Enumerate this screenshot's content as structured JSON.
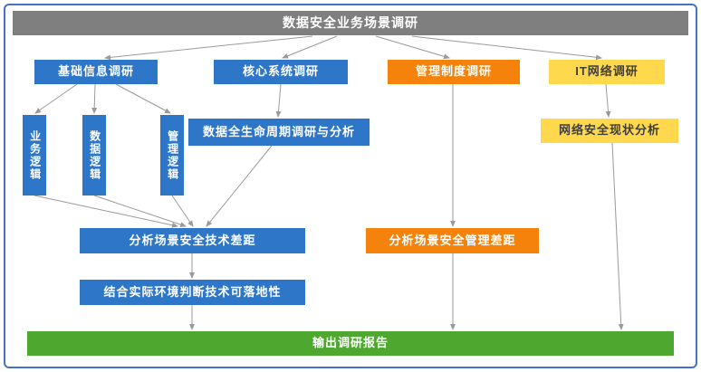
{
  "palette": {
    "title_bar": "#7F7F7F",
    "blue": "#2E77C8",
    "orange": "#F5820B",
    "yellow": "#FFD84D",
    "yellow_text": "#3F3F3F",
    "green": "#4EA72E",
    "border": "#4472C4",
    "arrow": "#9A9A9A"
  },
  "diagram": {
    "title": "数据安全业务场景调研",
    "nodes": {
      "basic_info": "基础信息调研",
      "core_system": "核心系统调研",
      "mgmt_system": "管理制度调研",
      "it_network": "IT网络调研",
      "business_logic": "业务逻辑",
      "data_logic": "数据逻辑",
      "mgmt_logic": "管理逻辑",
      "lifecycle": "数据全生命周期调研与分析",
      "network_status": "网络安全现状分析",
      "tech_gap": "分析场景安全技术差距",
      "mgmt_gap": "分析场景安全管理差距",
      "feasibility": "结合实际环境判断技术可落地性",
      "report": "输出调研报告"
    },
    "edges": [
      {
        "from": "title",
        "to": "basic_info"
      },
      {
        "from": "title",
        "to": "core_system"
      },
      {
        "from": "title",
        "to": "mgmt_system"
      },
      {
        "from": "title",
        "to": "it_network"
      },
      {
        "from": "basic_info",
        "to": "business_logic"
      },
      {
        "from": "basic_info",
        "to": "data_logic"
      },
      {
        "from": "basic_info",
        "to": "mgmt_logic"
      },
      {
        "from": "core_system",
        "to": "lifecycle"
      },
      {
        "from": "mgmt_system",
        "to": "mgmt_gap"
      },
      {
        "from": "it_network",
        "to": "network_status"
      },
      {
        "from": "business_logic",
        "to": "tech_gap"
      },
      {
        "from": "data_logic",
        "to": "tech_gap"
      },
      {
        "from": "mgmt_logic",
        "to": "tech_gap"
      },
      {
        "from": "lifecycle",
        "to": "tech_gap"
      },
      {
        "from": "tech_gap",
        "to": "feasibility"
      },
      {
        "from": "feasibility",
        "to": "report"
      },
      {
        "from": "mgmt_gap",
        "to": "report"
      },
      {
        "from": "network_status",
        "to": "report"
      }
    ]
  }
}
